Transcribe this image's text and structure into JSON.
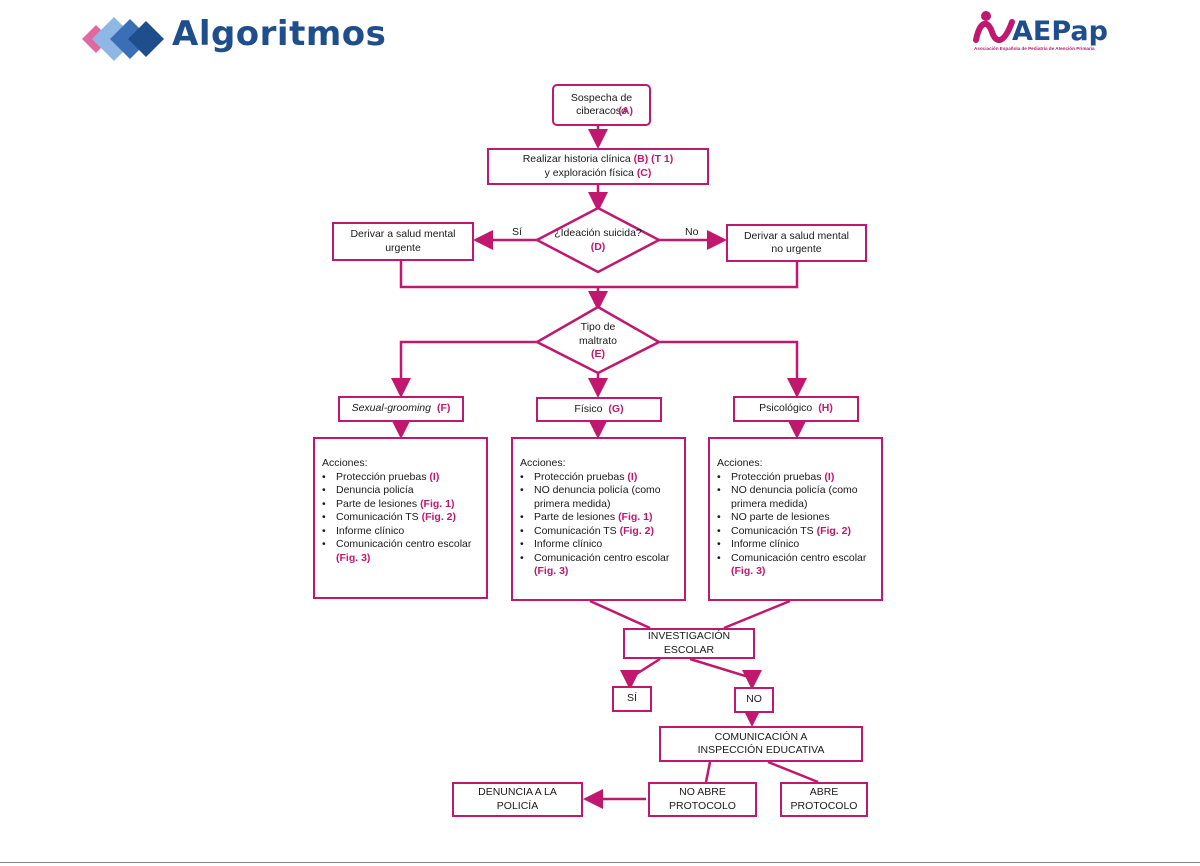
{
  "header": {
    "title": "Algoritmos",
    "logo_text": "AEPap",
    "logo_subtitle": "Asociación Española de Pediatría de Atención Primaria"
  },
  "colors": {
    "accent": "#c0186e",
    "brand_blue": "#1f4e8c"
  },
  "flow": {
    "start": {
      "text": "Sospecha de ciberacoso",
      "ref": "(A)"
    },
    "history": {
      "line1": "Realizar historia clínica",
      "ref1": "(B)  (T 1)",
      "line2": "y exploración física",
      "ref2": "(C)"
    },
    "suicide_q": {
      "text": "¿Ideación suicida?",
      "ref": "(D)",
      "yes": "Sí",
      "no": "No"
    },
    "urgent": "Derivar a salud mental urgente",
    "non_urgent": "Derivar a salud mental no urgente",
    "type_q": {
      "text": "Tipo de maltrato",
      "ref": "(E)"
    },
    "sexual": {
      "label": "Sexual-grooming",
      "ref": "(F)"
    },
    "fisico": {
      "label": "Físico",
      "ref": "(G)"
    },
    "psico": {
      "label": "Psicológico",
      "ref": "(H)"
    },
    "actions_title": "Acciones:",
    "actions_sexual": [
      {
        "t": "Protección pruebas",
        "r": "(I)"
      },
      {
        "t": "Denuncia policía",
        "r": ""
      },
      {
        "t": "Parte de lesiones",
        "r": "(Fig. 1)"
      },
      {
        "t": "Comunicación TS",
        "r": "(Fig. 2)"
      },
      {
        "t": "Informe clínico",
        "r": ""
      },
      {
        "t": "Comunicación centro escolar",
        "r": "(Fig. 3)"
      }
    ],
    "actions_fisico": [
      {
        "t": "Protección pruebas",
        "r": "(I)"
      },
      {
        "t": "NO denuncia policía (como primera medida)",
        "r": ""
      },
      {
        "t": "Parte de lesiones",
        "r": "(Fig. 1)"
      },
      {
        "t": "Comunicación TS",
        "r": "(Fig. 2)"
      },
      {
        "t": "Informe clínico",
        "r": ""
      },
      {
        "t": "Comunicación centro escolar",
        "r": "(Fig. 3)"
      }
    ],
    "actions_psico": [
      {
        "t": "Protección pruebas",
        "r": "(I)"
      },
      {
        "t": "NO denuncia policía (como primera medida)",
        "r": ""
      },
      {
        "t": "NO parte de lesiones",
        "r": ""
      },
      {
        "t": "Comunicación TS",
        "r": "(Fig. 2)"
      },
      {
        "t": "Informe clínico",
        "r": ""
      },
      {
        "t": "Comunicación centro escolar",
        "r": "(Fig. 3)"
      }
    ],
    "investigacion": "INVESTIGACIÓN ESCOLAR",
    "si": "SÍ",
    "no": "NO",
    "inspeccion": "COMUNICACIÓN A INSPECCIÓN EDUCATIVA",
    "no_abre": "NO ABRE PROTOCOLO",
    "abre": "ABRE PROTOCOLO",
    "denuncia": "DENUNCIA A LA POLICÍA"
  }
}
